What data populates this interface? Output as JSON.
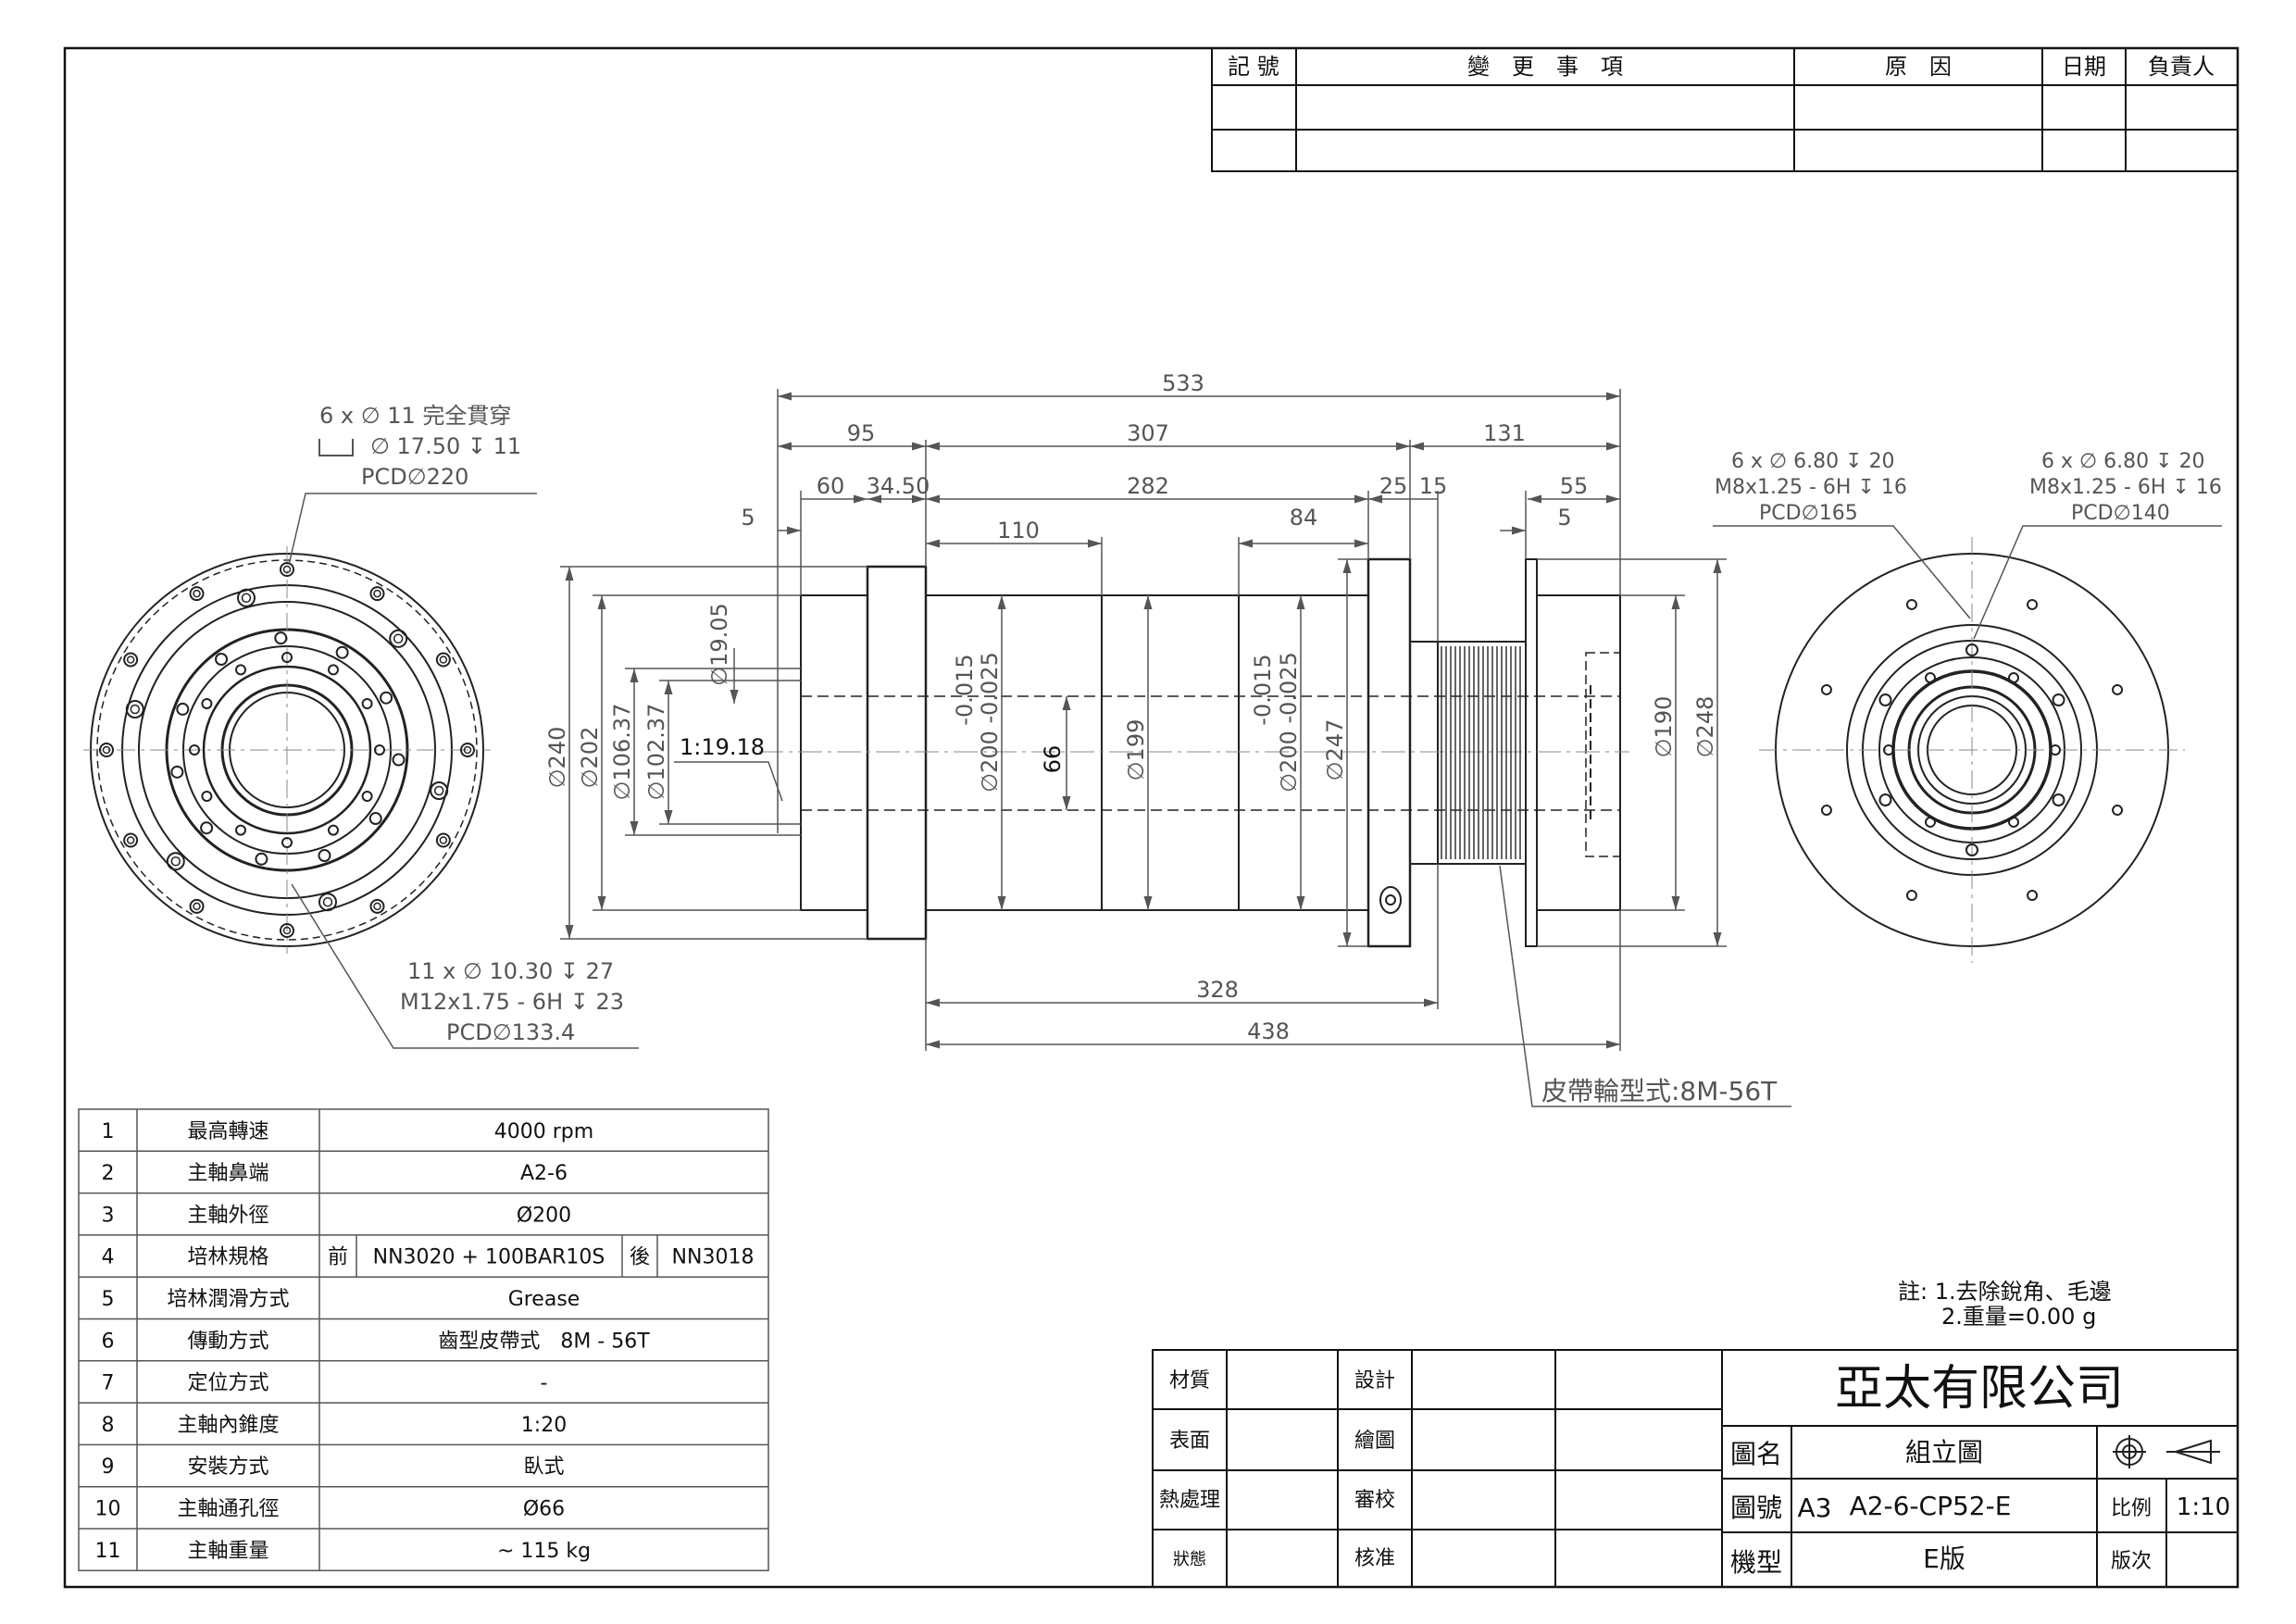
{
  "revision_table": {
    "headers": [
      "記 號",
      "變　更　事　項",
      "原　因",
      "日期",
      "負責人"
    ]
  },
  "front_view": {
    "note_holes_line1": "6 x ∅ 11 完全貫穿",
    "note_holes_line2": "∅ 17.50 ↧ 11",
    "note_holes_line3": "PCD∅220",
    "note_bottom_line1": "11 x ∅ 10.30 ↧ 27",
    "note_bottom_line2": "M12x1.75 - 6H ↧ 23",
    "note_bottom_line3": "PCD∅133.4"
  },
  "side_view": {
    "dims_top": {
      "overall": "533",
      "d95": "95",
      "d307": "307",
      "d131": "131",
      "d60": "60",
      "d3450": "34.50",
      "d282": "282",
      "d25": "25",
      "d15": "15",
      "d55": "55",
      "d5a": "5",
      "d110": "110",
      "d84": "84",
      "d5b": "5"
    },
    "dims_left": {
      "d240": "∅240",
      "d202": "∅202",
      "d10637": "∅106.37",
      "d10237": "∅102.37",
      "d1905": "∅19.05",
      "taper": "1:19.18"
    },
    "dims_body": {
      "tol1": "-0.015",
      "tol1b": "∅200 -0.025",
      "bore": "66",
      "d199": "∅199",
      "tol2": "-0.015",
      "tol2b": "∅200 -0.025",
      "d247": "∅247",
      "d190": "∅190",
      "d248": "∅248"
    },
    "dims_bottom": {
      "d328": "328",
      "d438": "438"
    },
    "pulley_note": "皮帶輪型式:8M-56T"
  },
  "rear_view": {
    "note_a_line1": "6 x ∅ 6.80 ↧ 20",
    "note_a_line2": "M8x1.25 - 6H ↧ 16",
    "note_a_line3": "PCD∅165",
    "note_b_line1": "6 x ∅ 6.80 ↧ 20",
    "note_b_line2": "M8x1.25 - 6H ↧ 16",
    "note_b_line3": "PCD∅140"
  },
  "spec_table": [
    {
      "no": "1",
      "item": "最高轉速",
      "value": "4000 rpm"
    },
    {
      "no": "2",
      "item": "主軸鼻端",
      "value": "A2-6"
    },
    {
      "no": "3",
      "item": "主軸外徑",
      "value": "Ø200"
    },
    {
      "no": "4",
      "item": "培林規格",
      "value": ""
    },
    {
      "no": "5",
      "item": "培林潤滑方式",
      "value": "Grease"
    },
    {
      "no": "6",
      "item": "傳動方式",
      "value": "齒型皮帶式　8M - 56T"
    },
    {
      "no": "7",
      "item": "定位方式",
      "value": "-"
    },
    {
      "no": "8",
      "item": "主軸內錐度",
      "value": "1:20"
    },
    {
      "no": "9",
      "item": "安裝方式",
      "value": "臥式"
    },
    {
      "no": "10",
      "item": "主軸通孔徑",
      "value": "Ø66"
    },
    {
      "no": "11",
      "item": "主軸重量",
      "value": "~ 115 kg"
    }
  ],
  "bearing_spec": {
    "front_label": "前",
    "front_value": "NN3020 + 100BAR10S",
    "rear_label": "後",
    "rear_value": "NN3018"
  },
  "notes": {
    "line1": "註: 1.去除銳角、毛邊",
    "line2": "2.重量=0.00 g"
  },
  "title_block": {
    "material": "材質",
    "surface": "表面",
    "heat": "熱處理",
    "state": "狀態",
    "design": "設計",
    "drawing": "繪圖",
    "review": "審校",
    "approve": "核准",
    "company": "亞太有限公司",
    "name_label": "圖名",
    "name_value": "組立圖",
    "number_label": "圖號",
    "size": "A3",
    "number_value": "A2-6-CP52-E",
    "scale_label": "比例",
    "scale_value": "1:10",
    "model_label": "機型",
    "model_value": "E版",
    "version_label": "版次"
  }
}
